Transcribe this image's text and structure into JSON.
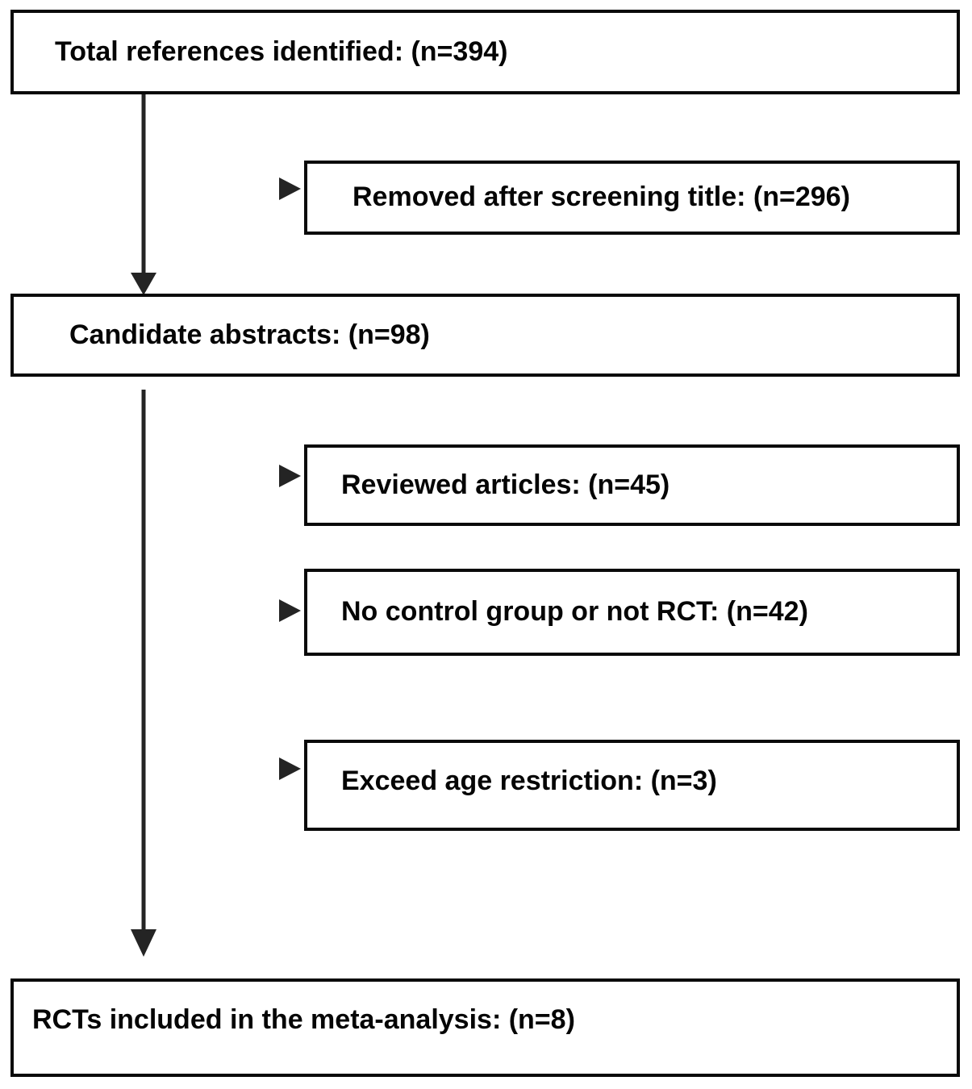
{
  "diagram": {
    "type": "flowchart",
    "boxes": {
      "total": {
        "label": "Total references identified: (n=394)",
        "n": 394
      },
      "removed": {
        "label": "Removed after screening title: (n=296)",
        "n": 296
      },
      "candidate": {
        "label": "Candidate abstracts: (n=98)",
        "n": 98
      },
      "reviewed": {
        "label": "Reviewed articles: (n=45)",
        "n": 45
      },
      "no_control": {
        "label": "No control group or not RCT: (n=42)",
        "n": 42
      },
      "exceed_age": {
        "label": "Exceed age restriction: (n=3)",
        "n": 3
      },
      "included": {
        "label": "RCTs included in the meta-analysis: (n=8)",
        "n": 8
      }
    },
    "colors": {
      "border": "#0a0a0a",
      "text": "#050505",
      "line": "#242424",
      "background": "#ffffff"
    }
  }
}
